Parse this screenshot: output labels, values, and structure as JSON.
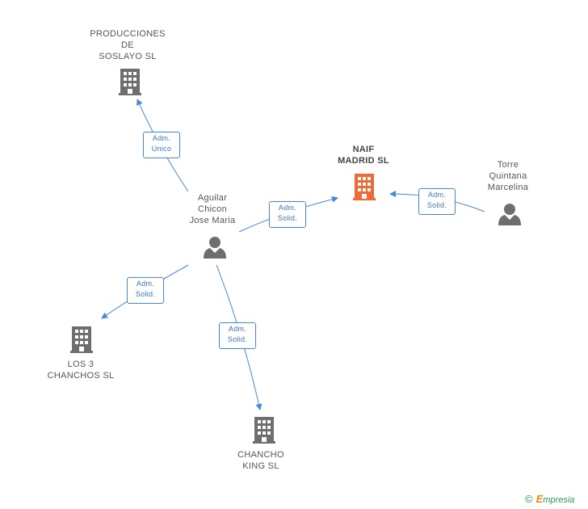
{
  "colors": {
    "edge": "#4a86d8",
    "building": "#6e6e6e",
    "focus_building": "#f06a35",
    "person": "#6e6e6e"
  },
  "nodes": {
    "producciones": {
      "label": "PRODUCCIONES\nDE\nSOSLAYO  SL",
      "icon": "building-icon"
    },
    "naif": {
      "label": "NAIF\nMADRID SL",
      "icon": "building-icon"
    },
    "torre": {
      "label": "Torre\nQuintana\nMarcelina",
      "icon": "person-icon"
    },
    "aguilar": {
      "label": "Aguilar\nChicon\nJose Maria",
      "icon": "person-icon"
    },
    "los3": {
      "label": "LOS 3\nCHANCHOS  SL",
      "icon": "building-icon"
    },
    "chancho": {
      "label": "CHANCHO\nKING SL",
      "icon": "building-icon"
    }
  },
  "edges": {
    "e1": {
      "label": "Adm.\nUnico"
    },
    "e2": {
      "label": "Adm.\nSolid."
    },
    "e3": {
      "label": "Adm.\nSolid."
    },
    "e4": {
      "label": "Adm.\nSolid."
    },
    "e5": {
      "label": "Adm.\nSolid."
    }
  },
  "footer": {
    "copyright": "©",
    "brand_initial": "E",
    "brand_rest": "mpresia"
  }
}
